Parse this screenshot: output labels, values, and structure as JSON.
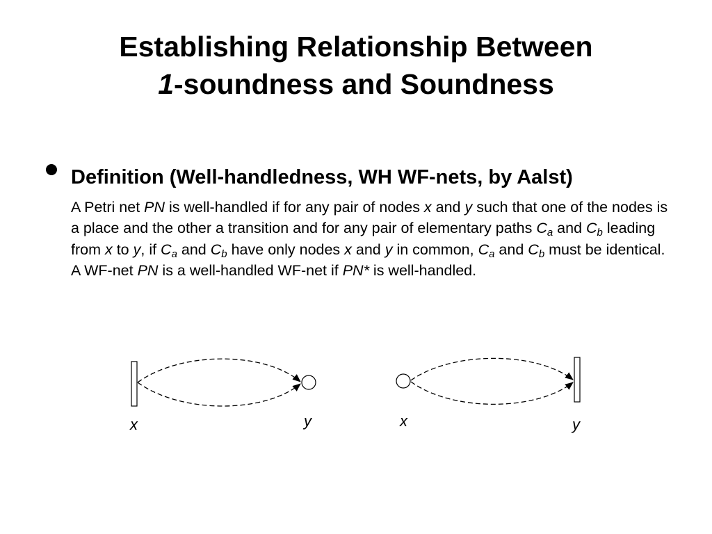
{
  "slide": {
    "title_line1": "Establishing Relationship Between",
    "title_line2_num": "1",
    "title_line2_rest": "-soundness and Soundness",
    "definition": {
      "heading": "Definition (Well-handledness, WH WF-nets, by Aalst)",
      "body": {
        "s1": "A Petri net ",
        "pn1": "PN",
        "s2": " is well-handled if for any pair of nodes ",
        "x1": "x",
        "s3": " and ",
        "y1": "y",
        "s4": " such that one of the nodes is a place and the other a transition and for any pair of elementary paths ",
        "c1": "C",
        "c1sub": "a",
        "s5": " and ",
        "c2": "C",
        "c2sub": "b",
        "s6": " leading from ",
        "x2": "x",
        "s7": " to ",
        "y2": "y",
        "s8": ", if ",
        "c3": "C",
        "c3sub": "a",
        "s9": " and ",
        "c4": "C",
        "c4sub": "b",
        "s10": " have only nodes ",
        "x3": "x",
        "s11": " and ",
        "y3": "y",
        "s12": " in common, ",
        "c5": "C",
        "c5sub": "a",
        "s13": " and ",
        "c6": "C",
        "c6sub": "b",
        "s14": " must be identical. A WF-net ",
        "pn2": "PN",
        "s15": " is a well-handled WF-net if ",
        "pn3": "PN*",
        "s16": " is well-handled."
      }
    },
    "diagrams": {
      "left": {
        "node_x_label": "x",
        "node_y_label": "y"
      },
      "right": {
        "node_x_label": "x",
        "node_y_label": "y"
      }
    }
  }
}
